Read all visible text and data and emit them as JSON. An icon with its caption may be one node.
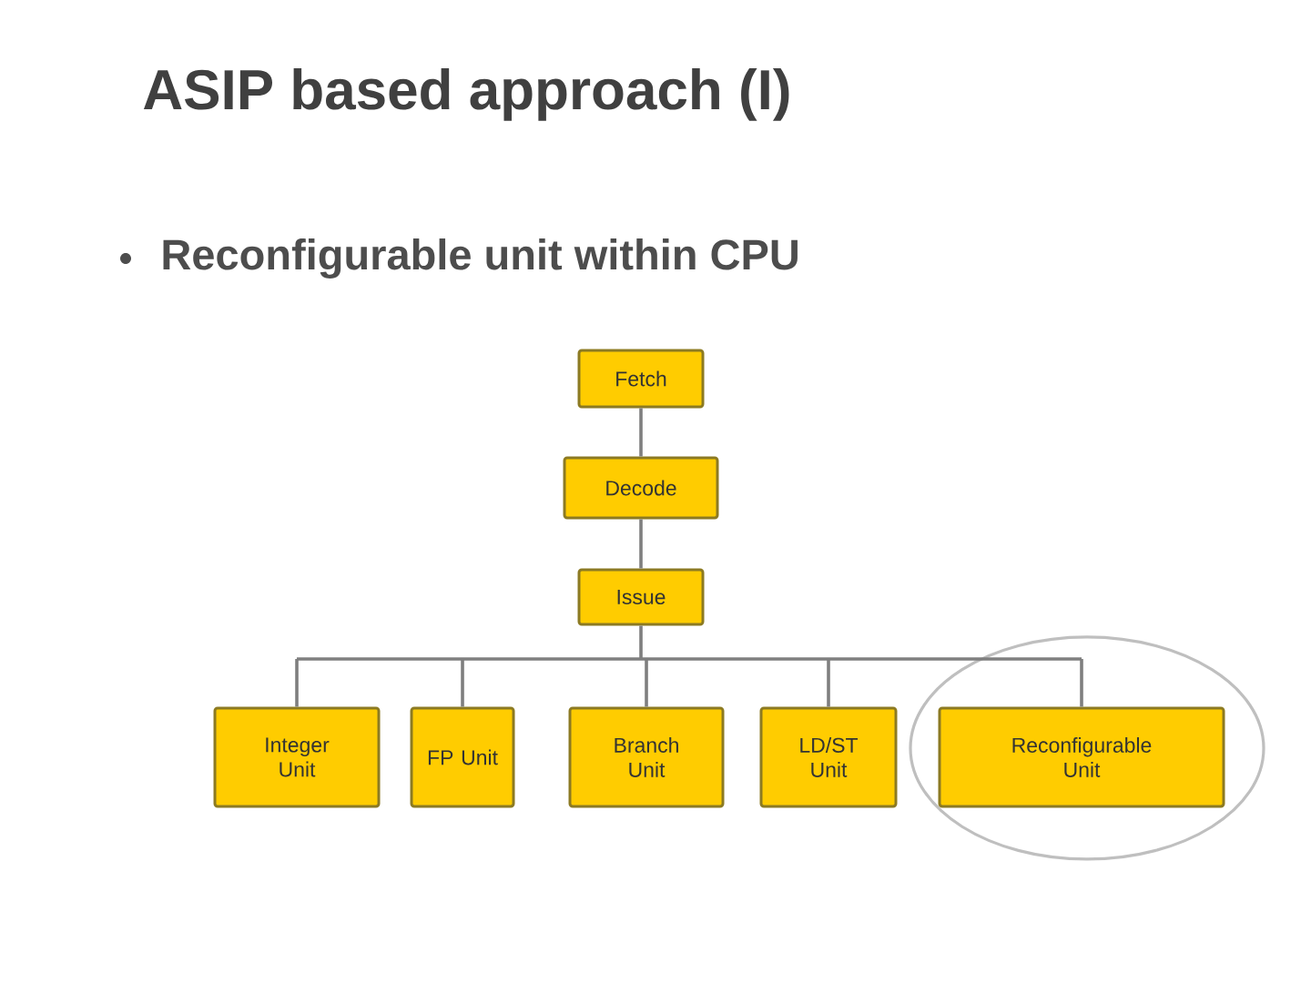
{
  "diagram": {
    "title": "ASIP based approach (I)",
    "nodes": [
      {
        "text": [
          "Fetch"
        ]
      },
      {
        "text": [
          "Decode"
        ]
      },
      {
        "text": [
          "Issue"
        ]
      },
      {
        "text": [
          "Integer Unit"
        ]
      },
      {
        "text": [
          "FP Unit"
        ]
      },
      {
        "text": [
          "Branch Unit"
        ]
      },
      {
        "text": [
          "LD/ST Unit"
        ]
      },
      {
        "text": [
          "Reconfigurable Unit"
        ]
      }
    ],
    "edges": [
      {
        "from": 0,
        "to": 1,
        "arrow": "none"
      },
      {
        "from": 1,
        "to": 2,
        "arrow": "none"
      },
      {
        "from": 2,
        "to": 3,
        "arrow": "none"
      },
      {
        "from": 2,
        "to": 4,
        "arrow": "none"
      },
      {
        "from": 2,
        "to": 5,
        "arrow": "none"
      },
      {
        "from": 2,
        "to": 6,
        "arrow": "none"
      },
      {
        "from": 2,
        "to": 7,
        "arrow": "none"
      }
    ],
    "labels": [
      "Reconfigurable unit within CPU"
    ]
  }
}
